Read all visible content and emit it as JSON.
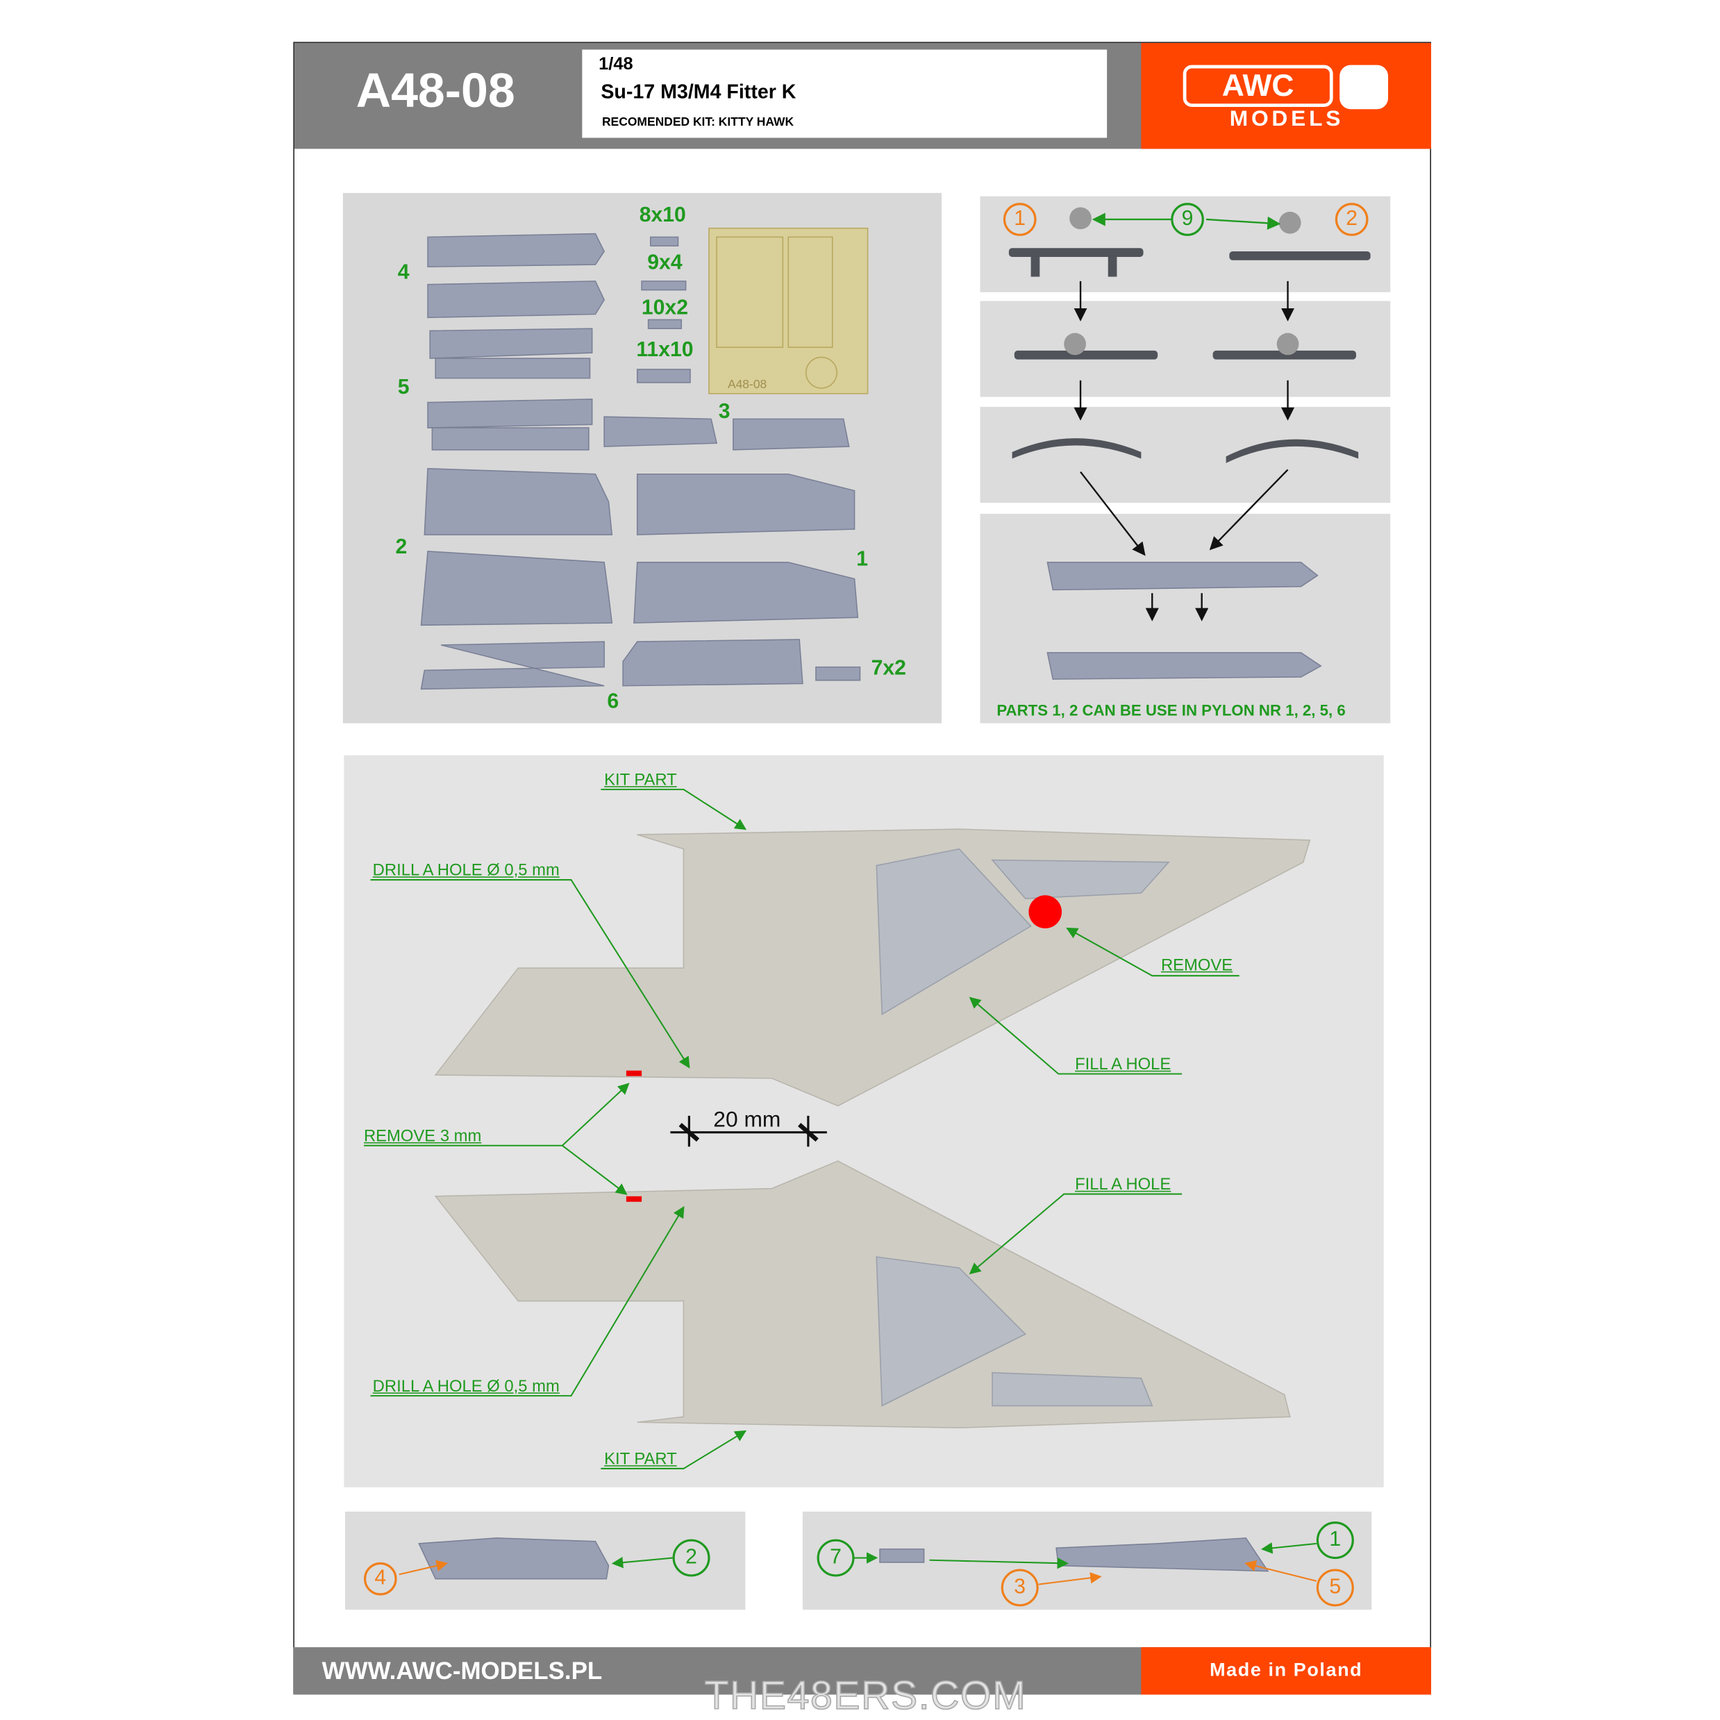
{
  "header": {
    "code": "A48-08",
    "scale": "1/48",
    "title": "Su-17 M3/M4 Fitter K",
    "recommended_kit": "RECOMENDED KIT: KITTY HAWK",
    "logo": "AWC MODELS"
  },
  "parts_photo": {
    "labels": [
      "8x10",
      "9x4",
      "10x2",
      "11x10",
      "4",
      "5",
      "3",
      "2",
      "1",
      "7x2",
      "6"
    ],
    "fret_label": "A48-08"
  },
  "assembly_panel": {
    "circles": [
      "1",
      "9",
      "2"
    ],
    "note": "PARTS 1, 2 CAN BE USE IN PYLON NR 1, 2, 5, 6"
  },
  "wing_photo": {
    "kit_part_top": "KIT PART",
    "drill_top": "DRILL  A HOLE Ø 0,5 mm",
    "remove": "REMOVE",
    "fill_top": "FILL  A  HOLE",
    "dimension": "20 mm",
    "remove_3mm": "REMOVE 3 mm",
    "fill_bottom": "FILL  A  HOLE",
    "drill_bottom": "DRILL  A HOLE Ø 0,5 mm",
    "kit_part_bottom": "KIT PART"
  },
  "bottom_left": {
    "circles": [
      "4",
      "2"
    ]
  },
  "bottom_right": {
    "circles": [
      "7",
      "1",
      "3",
      "5"
    ]
  },
  "footer": {
    "website": "WWW.AWC-MODELS.PL",
    "made_in": "Made in Poland",
    "watermark": "THE48ERS.COM"
  },
  "colors": {
    "gray": "#808080",
    "orange": "#ff4500",
    "green": "#1f9a1f",
    "callout_orange": "#f07f1a",
    "resin": "#9aa0b4",
    "kit_plastic": "#cfccc4"
  }
}
